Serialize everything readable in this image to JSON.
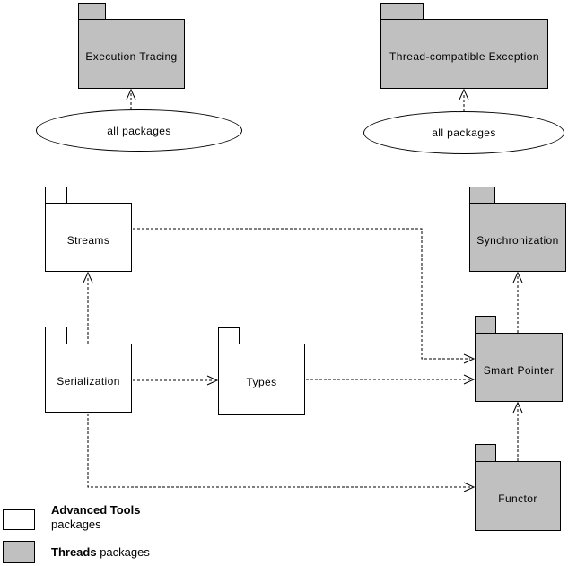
{
  "diagram": {
    "packages": [
      {
        "label": "Execution Tracing",
        "category": "threads"
      },
      {
        "label": "Thread-compatible Exception",
        "category": "threads"
      },
      {
        "label": "Streams",
        "category": "advanced-tools"
      },
      {
        "label": "Synchronization",
        "category": "threads"
      },
      {
        "label": "Serialization",
        "category": "advanced-tools"
      },
      {
        "label": "Types",
        "category": "advanced-tools"
      },
      {
        "label": "Smart Pointer",
        "category": "threads"
      },
      {
        "label": "Functor",
        "category": "threads"
      }
    ],
    "annotations": [
      {
        "label": "all packages"
      },
      {
        "label": "all packages"
      }
    ],
    "dependencies": [
      {
        "from": "all packages",
        "to": "Execution Tracing"
      },
      {
        "from": "all packages",
        "to": "Thread-compatible Exception"
      },
      {
        "from": "Serialization",
        "to": "Streams"
      },
      {
        "from": "Serialization",
        "to": "Types"
      },
      {
        "from": "Types",
        "to": "Smart Pointer"
      },
      {
        "from": "Streams",
        "to": "Smart Pointer"
      },
      {
        "from": "Smart Pointer",
        "to": "Synchronization"
      },
      {
        "from": "Functor",
        "to": "Smart Pointer"
      },
      {
        "from": "Serialization",
        "to": "Functor"
      }
    ],
    "colors": {
      "threads_fill": "#c0c0c0",
      "advanced_tools_fill": "#ffffff",
      "line": "#000000",
      "background": "#ffffff"
    }
  },
  "legend": {
    "advanced_tools": {
      "name": "Advanced Tools",
      "suffix": "packages"
    },
    "threads": {
      "name": "Threads",
      "suffix": "packages"
    }
  }
}
